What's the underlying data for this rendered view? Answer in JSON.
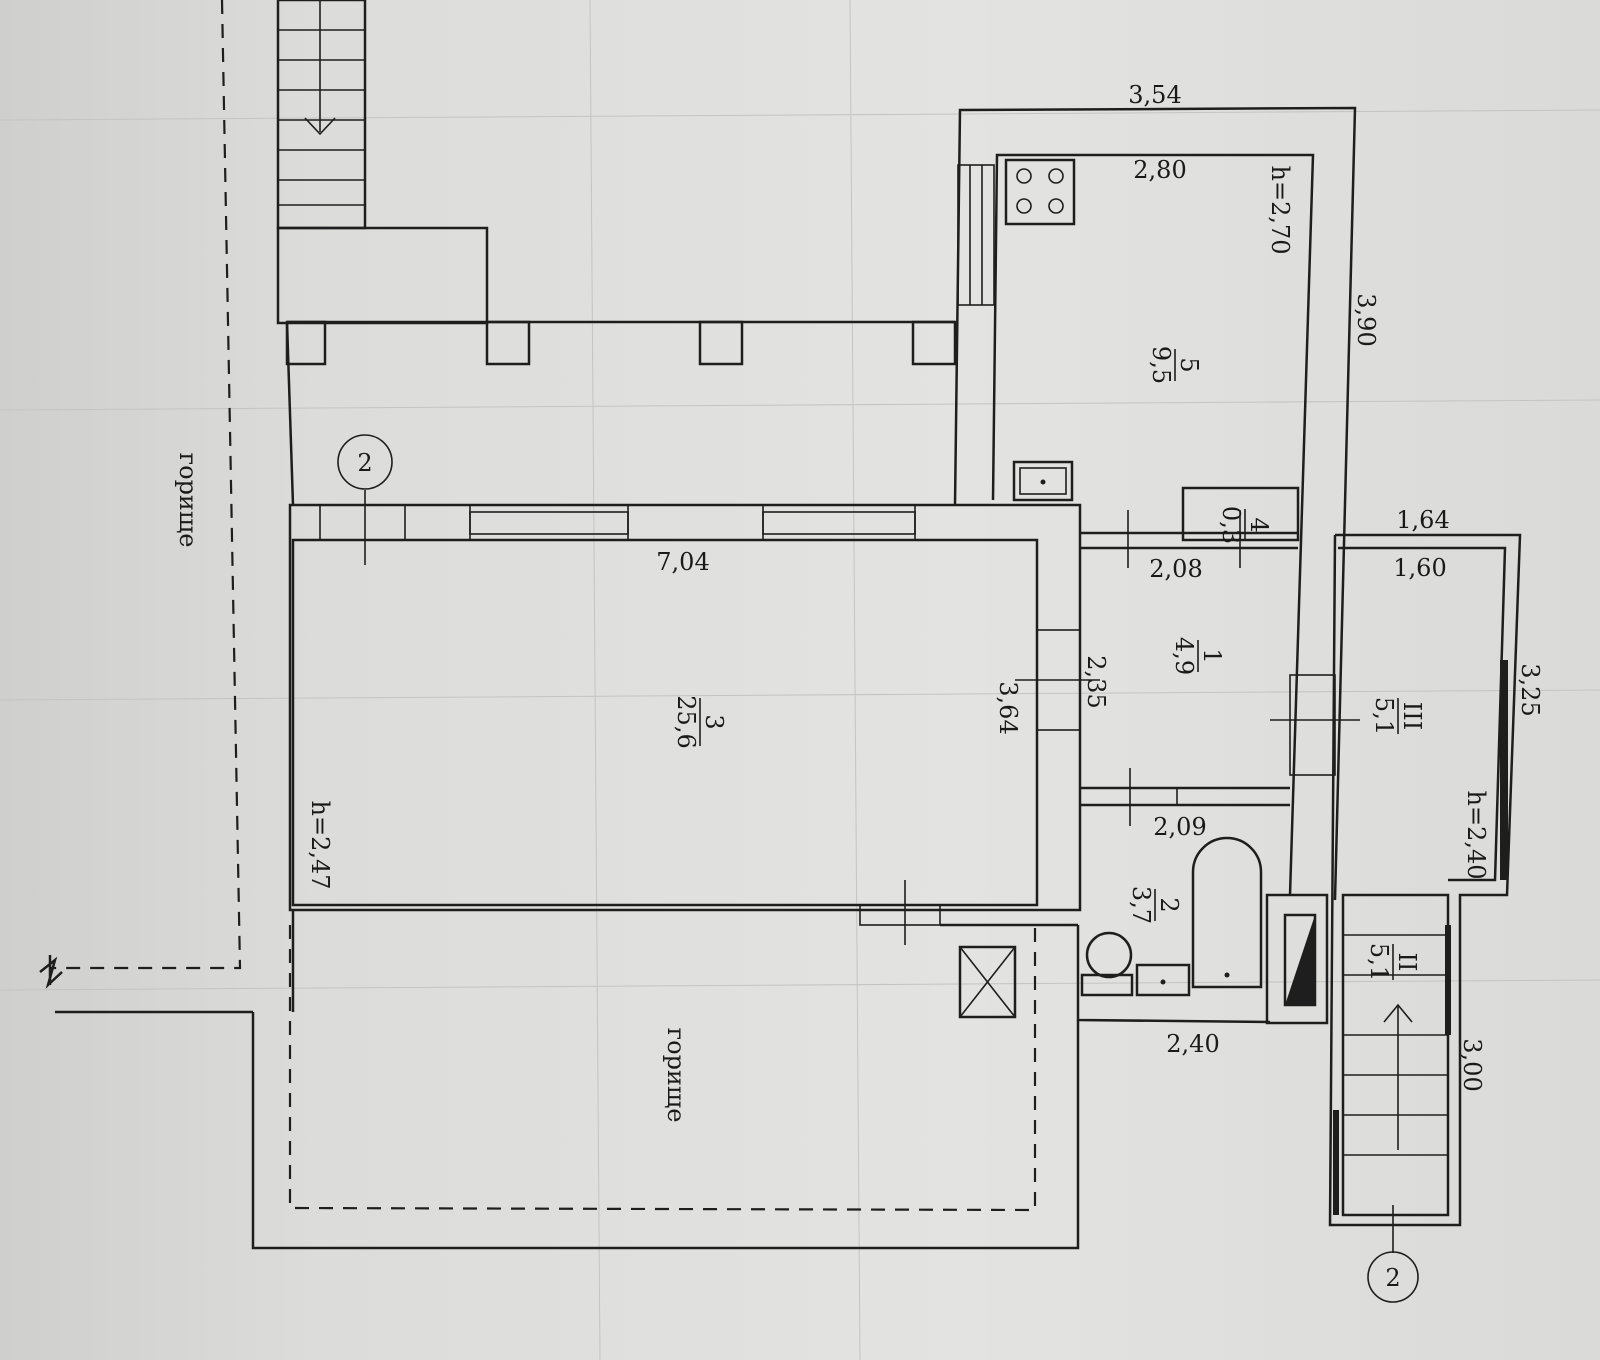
{
  "plan": {
    "dims": {
      "kitchen_outer_width": "3,54",
      "kitchen_inner_width": "2,80",
      "kitchen_height": "h=2,70",
      "kitchen_length": "3,90",
      "room3_width": "7,04",
      "room3_depth": "3,64",
      "room3_height": "h=2,47",
      "hall_depth": "2,35",
      "hall_top_width": "2,08",
      "hall_bottom_width": "2,09",
      "bath_width": "2,40",
      "balcony_outer_width": "1,64",
      "balcony_inner_width": "1,60",
      "balcony_length": "3,25",
      "balcony_height": "h=2,40",
      "stair_length": "3,00"
    },
    "rooms": [
      {
        "num": "5",
        "area": "9,5"
      },
      {
        "num": "4",
        "area": "0,3"
      },
      {
        "num": "3",
        "area": "25,6"
      },
      {
        "num": "1",
        "area": "4,9"
      },
      {
        "num": "2",
        "area": "3,7"
      },
      {
        "num": "III",
        "area": "5,1"
      },
      {
        "num": "II",
        "area": "5,1"
      }
    ],
    "attic_label_left": "горище",
    "attic_label_bottom": "горище",
    "section_marker_top": "2",
    "section_marker_bottom": "2"
  }
}
